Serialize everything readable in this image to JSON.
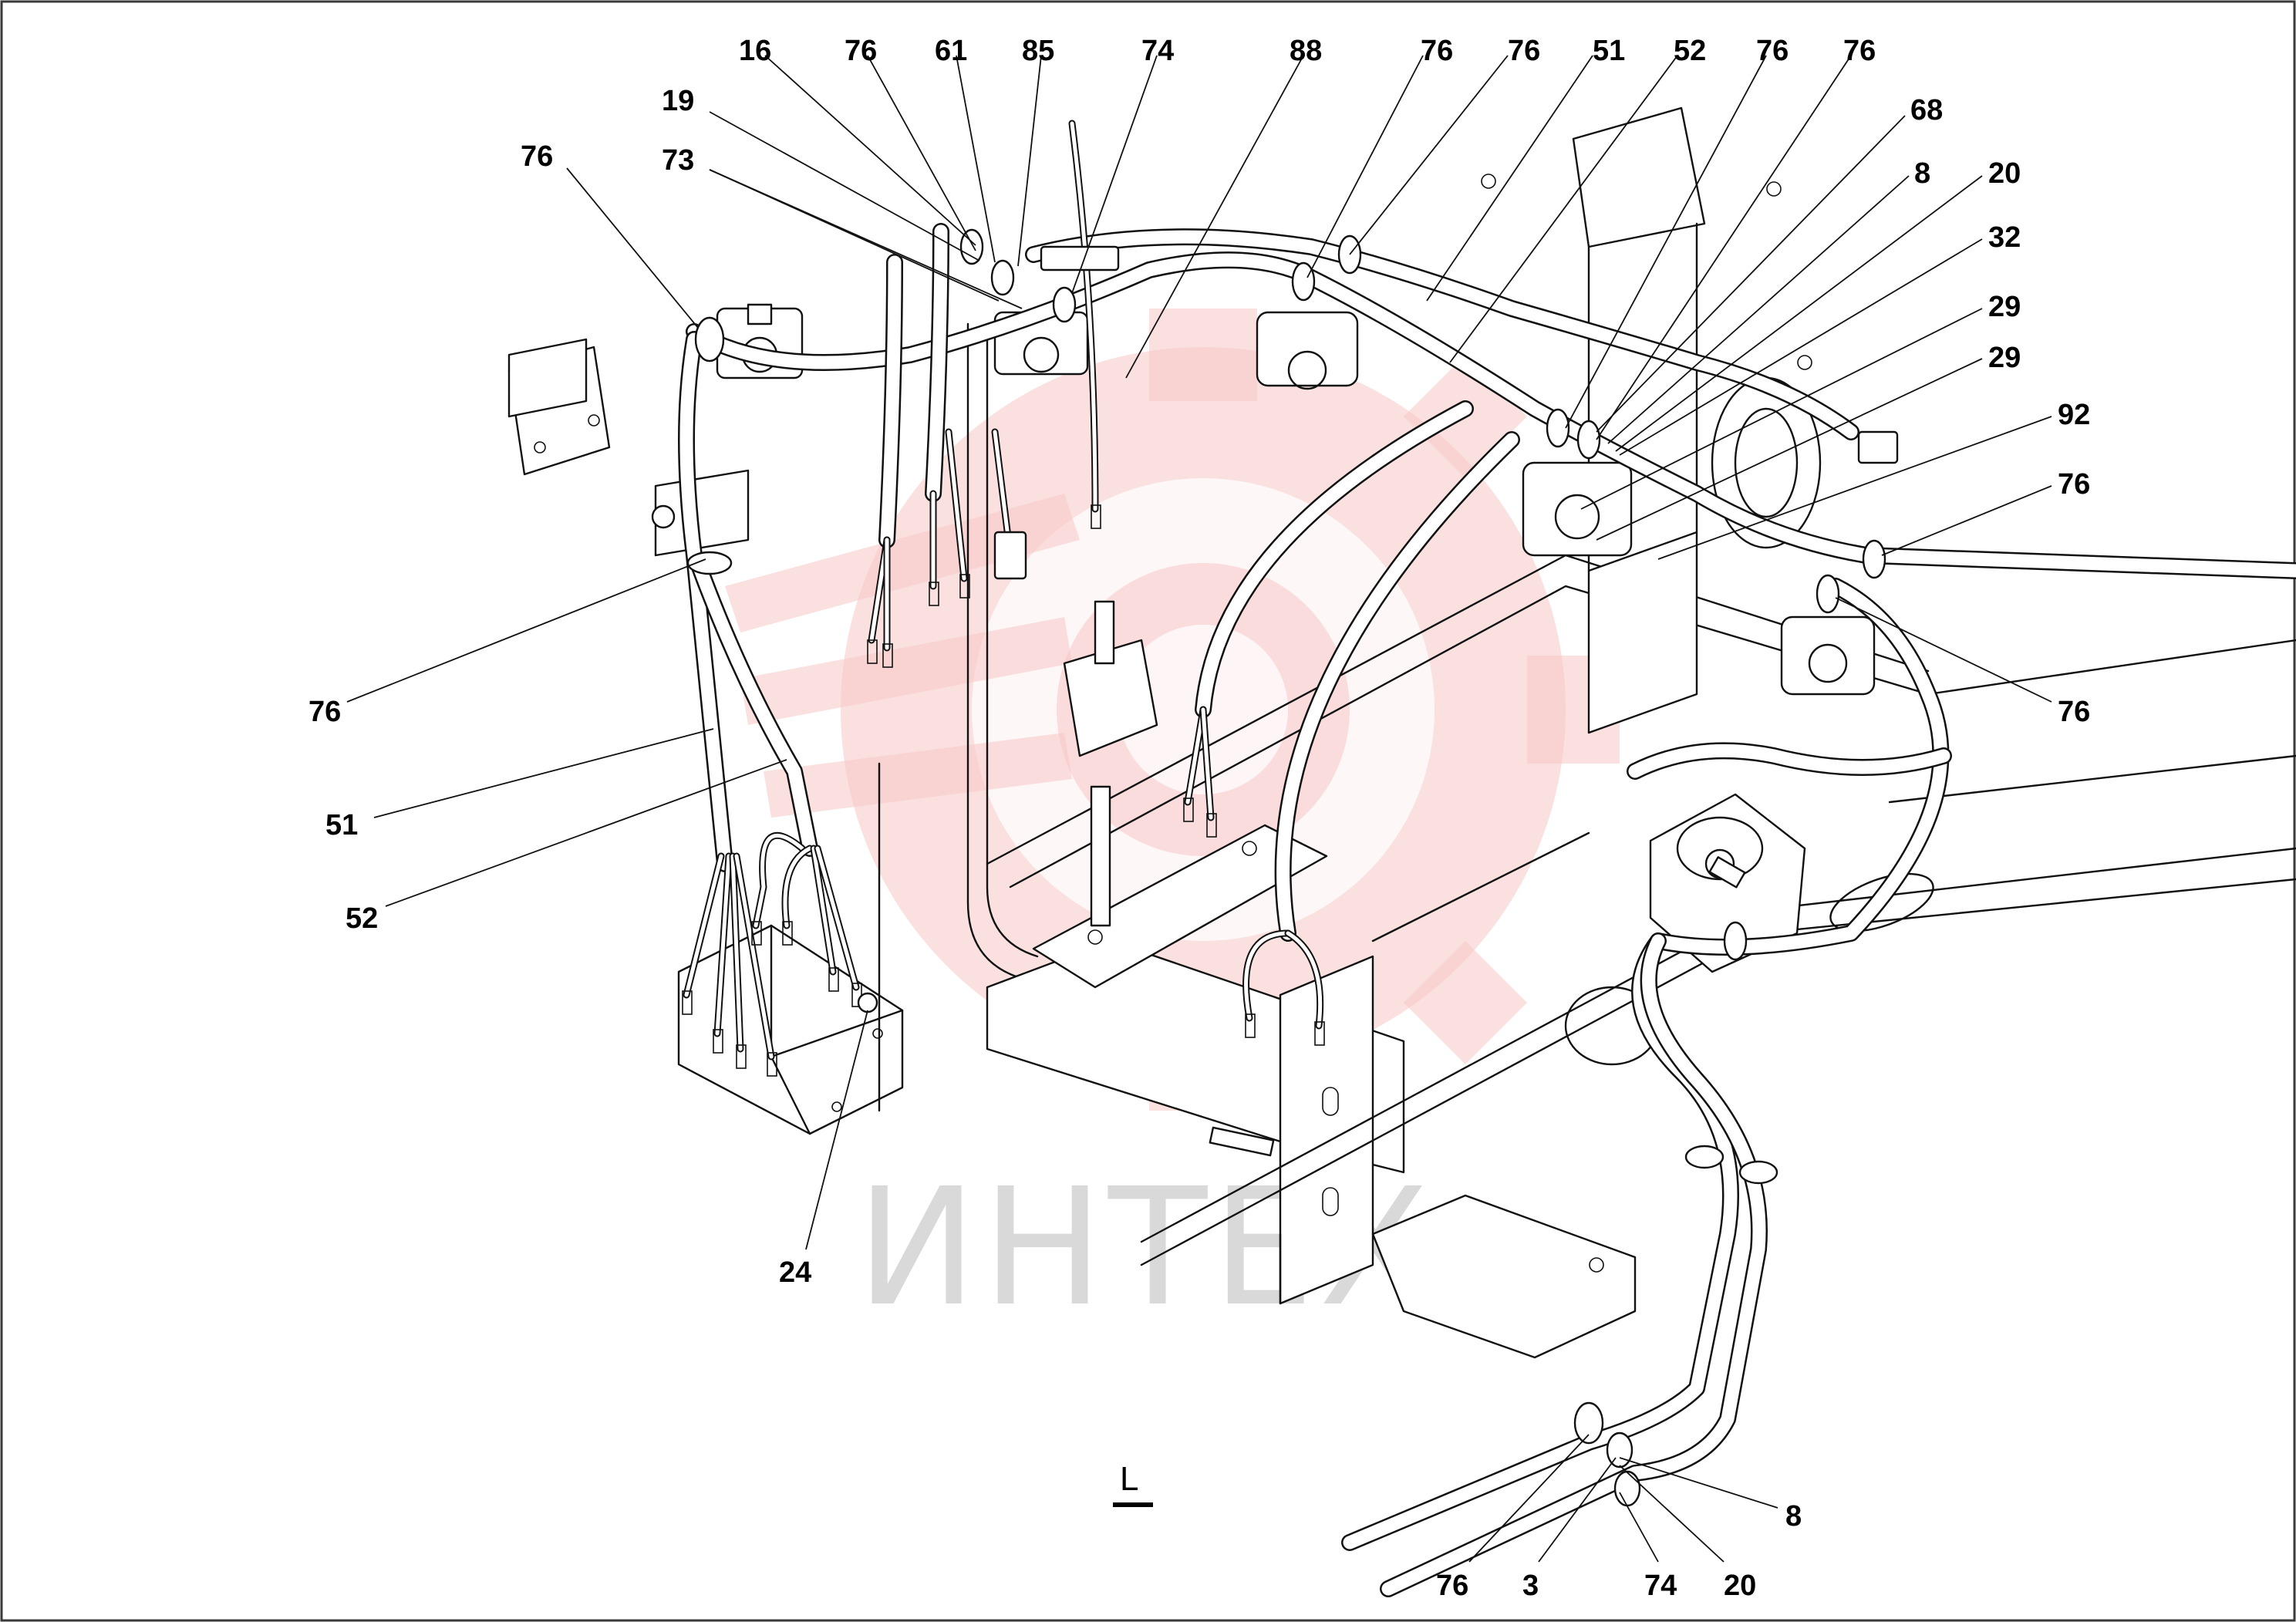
{
  "view": {
    "label": "L"
  },
  "watermark": {
    "text": "ИНТЕХ",
    "color": "#d9d9d9",
    "logo_color": "#f4a3a3"
  },
  "callouts": [
    {
      "id": "c01",
      "text": "16"
    },
    {
      "id": "c02",
      "text": "76"
    },
    {
      "id": "c03",
      "text": "61"
    },
    {
      "id": "c04",
      "text": "85"
    },
    {
      "id": "c05",
      "text": "74"
    },
    {
      "id": "c06",
      "text": "88"
    },
    {
      "id": "c07",
      "text": "76"
    },
    {
      "id": "c08",
      "text": "76"
    },
    {
      "id": "c09",
      "text": "51"
    },
    {
      "id": "c10",
      "text": "52"
    },
    {
      "id": "c11",
      "text": "76"
    },
    {
      "id": "c12",
      "text": "76"
    },
    {
      "id": "c13",
      "text": "19"
    },
    {
      "id": "c14",
      "text": "73"
    },
    {
      "id": "c15",
      "text": "76"
    },
    {
      "id": "c16",
      "text": "68"
    },
    {
      "id": "c17",
      "text": "8"
    },
    {
      "id": "c18",
      "text": "20"
    },
    {
      "id": "c19",
      "text": "32"
    },
    {
      "id": "c20",
      "text": "29"
    },
    {
      "id": "c21",
      "text": "29"
    },
    {
      "id": "c22",
      "text": "92"
    },
    {
      "id": "c23",
      "text": "76"
    },
    {
      "id": "c24",
      "text": "76"
    },
    {
      "id": "c25",
      "text": "76"
    },
    {
      "id": "c26",
      "text": "51"
    },
    {
      "id": "c27",
      "text": "52"
    },
    {
      "id": "c28",
      "text": "24"
    },
    {
      "id": "c29",
      "text": "8"
    },
    {
      "id": "c30",
      "text": "76"
    },
    {
      "id": "c31",
      "text": "3"
    },
    {
      "id": "c32",
      "text": "74"
    },
    {
      "id": "c33",
      "text": "20"
    }
  ]
}
